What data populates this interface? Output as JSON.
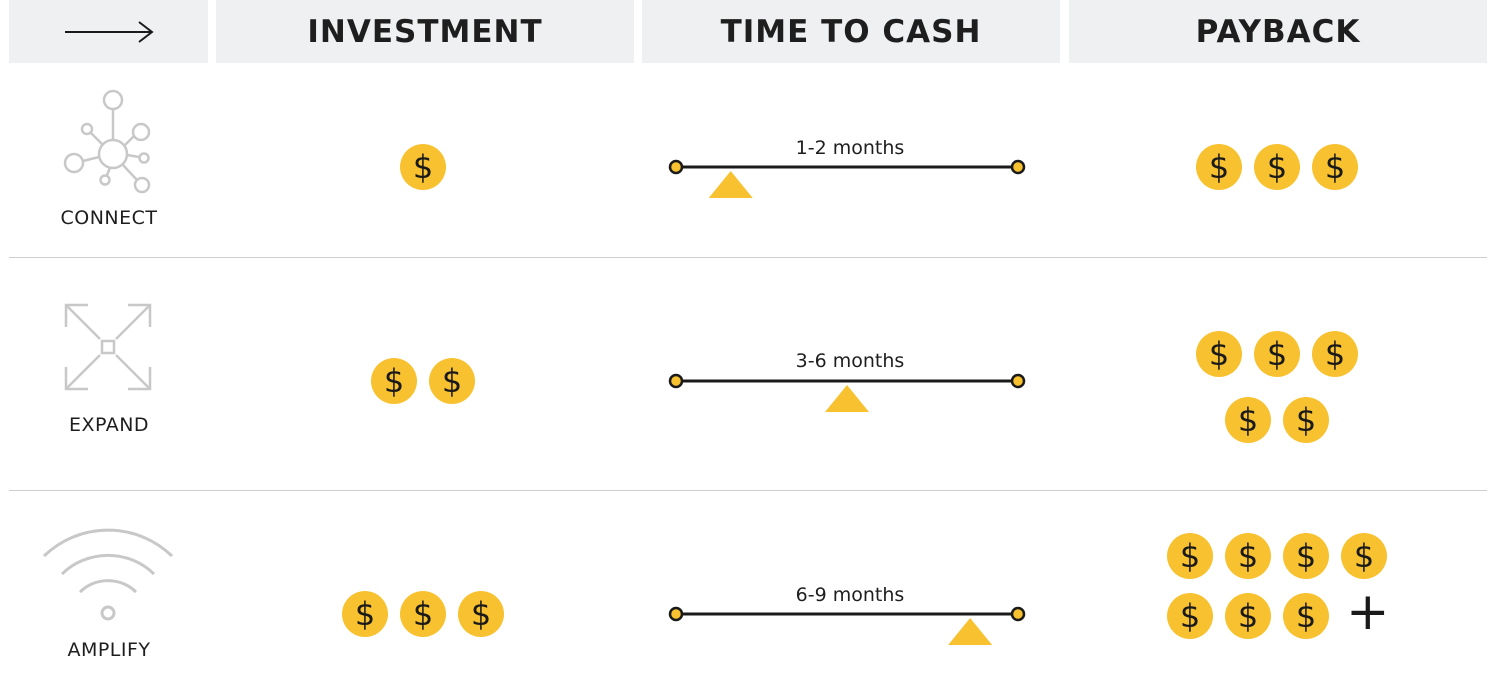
{
  "header": {
    "investment": "INVESTMENT",
    "time_to_cash": "TIME TO CASH",
    "payback": "PAYBACK",
    "arrow_icon": "long-arrow-right-icon"
  },
  "rows": [
    {
      "label": "CONNECT",
      "icon": "network-nodes-icon",
      "investment_coins": 1,
      "time_to_cash": "1-2 months",
      "marker_position": 0.16,
      "payback_coins": 3,
      "payback_plus": false
    },
    {
      "label": "EXPAND",
      "icon": "expand-arrows-icon",
      "investment_coins": 2,
      "time_to_cash": "3-6 months",
      "marker_position": 0.5,
      "payback_coins": 5,
      "payback_plus": false
    },
    {
      "label": "AMPLIFY",
      "icon": "wifi-signal-icon",
      "investment_coins": 3,
      "time_to_cash": "6-9 months",
      "marker_position": 0.86,
      "payback_coins": 7,
      "payback_plus": true
    }
  ],
  "coin_symbol": "$",
  "plus_symbol": "+",
  "colors": {
    "coin": "#f8c12f",
    "header_bg": "#eff0f2",
    "icon_gray": "#c8c8c8",
    "line": "#1a1a1a"
  }
}
